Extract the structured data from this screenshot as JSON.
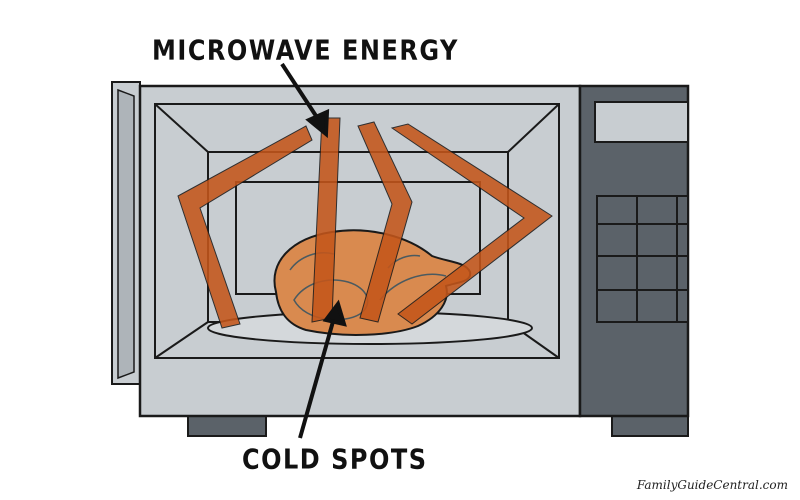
{
  "diagram": {
    "top_label": "MICROWAVE ENERGY",
    "bottom_label": "COLD SPOTS",
    "watermark": "FamilyGuideCentral.com"
  },
  "colors": {
    "microwave_body": "#c8cdd1",
    "control_panel": "#5b6269",
    "energy_wave": "#c4561a",
    "chicken": "#d98a4f",
    "outline": "#1a1a1a"
  }
}
